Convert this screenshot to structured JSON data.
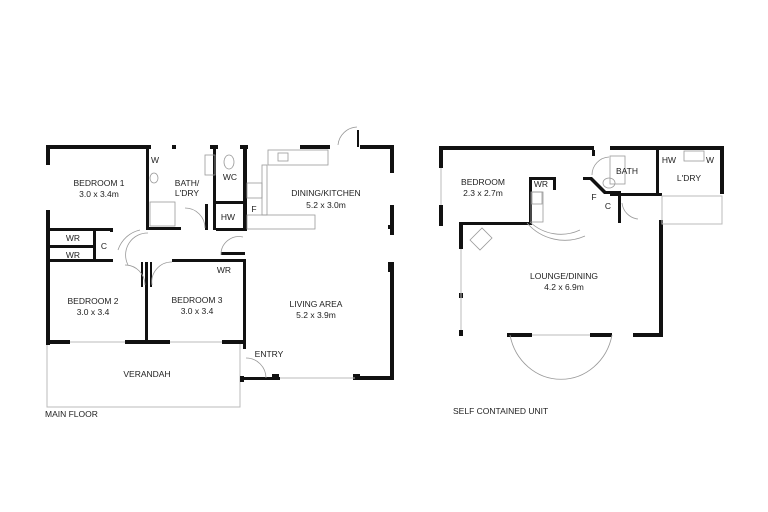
{
  "main_floor": {
    "caption": "MAIN FLOOR",
    "rooms": {
      "bedroom1": {
        "name": "BEDROOM 1",
        "size": "3.0 x 3.4m"
      },
      "bath_laundry": {
        "name": "BATH/",
        "name2": "L'DRY"
      },
      "wc": {
        "name": "WC"
      },
      "w": {
        "name": "W"
      },
      "hw": {
        "name": "HW"
      },
      "f": {
        "name": "F"
      },
      "dining_kitchen": {
        "name": "DINING/KITCHEN",
        "size": "5.2 x 3.0m"
      },
      "wr1": {
        "name": "WR"
      },
      "wr2": {
        "name": "WR"
      },
      "c": {
        "name": "C"
      },
      "bedroom2": {
        "name": "BEDROOM 2",
        "size": "3.0 x 3.4"
      },
      "bedroom3": {
        "name": "BEDROOM 3",
        "size": "3.0 x 3.4"
      },
      "wr3": {
        "name": "WR"
      },
      "living": {
        "name": "LIVING AREA",
        "size": "5.2 x 3.9m"
      },
      "entry": {
        "name": "ENTRY"
      },
      "verandah": {
        "name": "VERANDAH"
      }
    }
  },
  "unit": {
    "caption": "SELF CONTAINED UNIT",
    "rooms": {
      "bedroom": {
        "name": "BEDROOM",
        "size": "2.3 x 2.7m"
      },
      "wr": {
        "name": "WR"
      },
      "bath": {
        "name": "BATH"
      },
      "hw": {
        "name": "HW"
      },
      "w": {
        "name": "W"
      },
      "laundry": {
        "name": "L'DRY"
      },
      "f": {
        "name": "F"
      },
      "c": {
        "name": "C"
      },
      "lounge": {
        "name": "LOUNGE/DINING",
        "size": "4.2 x 6.9m"
      }
    }
  },
  "colors": {
    "wall": "#111111",
    "background": "#ffffff"
  }
}
